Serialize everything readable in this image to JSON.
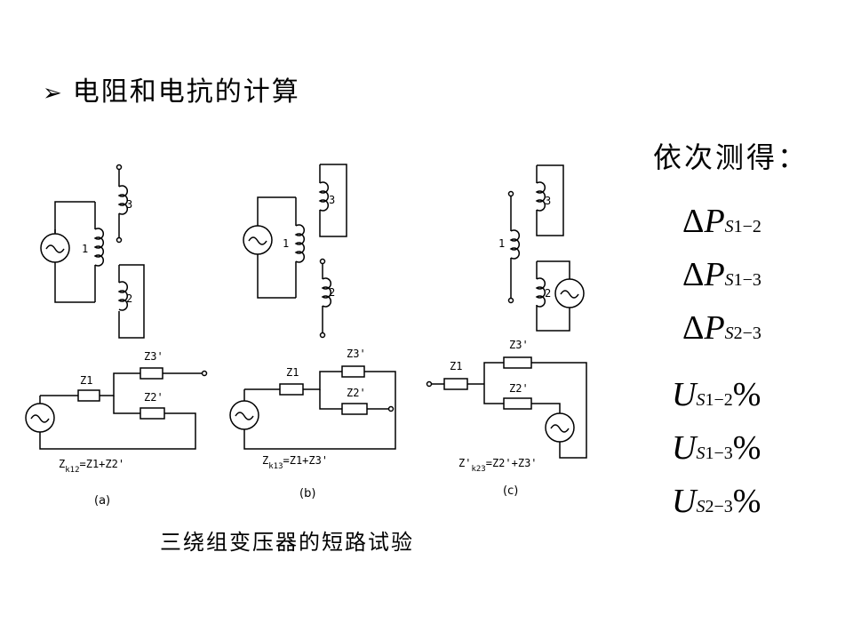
{
  "title": {
    "bullet": "➢",
    "text": "电阻和电抗的计算"
  },
  "caption": "三绕组变压器的短路试验",
  "measured_label": "依次测得：",
  "power_losses": [
    {
      "prefix": "Δ",
      "symbol": "P",
      "sub_letter": "S",
      "sub_index": "1−2"
    },
    {
      "prefix": "Δ",
      "symbol": "P",
      "sub_letter": "S",
      "sub_index": "1−3"
    },
    {
      "prefix": "Δ",
      "symbol": "P",
      "sub_letter": "S",
      "sub_index": "2−3"
    }
  ],
  "voltages": [
    {
      "symbol": "U",
      "sub_letter": "S",
      "sub_index": "1−2",
      "suffix": "%"
    },
    {
      "symbol": "U",
      "sub_letter": "S",
      "sub_index": "1−3",
      "suffix": "%"
    },
    {
      "symbol": "U",
      "sub_letter": "S",
      "sub_index": "2−3",
      "suffix": "%"
    }
  ],
  "diagrams": {
    "coil_labels": {
      "w1": "1",
      "w2": "2",
      "w3": "3"
    },
    "impedance_labels": {
      "z1": "Z1",
      "z2": "Z2'",
      "z3": "Z3'"
    },
    "a": {
      "formula_main": "Z",
      "formula_sub": "k12",
      "formula_rest": "=Z1+Z2'",
      "label": "(a)"
    },
    "b": {
      "formula_main": "Z",
      "formula_sub": "k13",
      "formula_rest": "=Z1+Z3'",
      "label": "(b)"
    },
    "c": {
      "formula_main": "Z'",
      "formula_sub": "k23",
      "formula_rest": "=Z2'+Z3'",
      "label": "(c)"
    }
  }
}
